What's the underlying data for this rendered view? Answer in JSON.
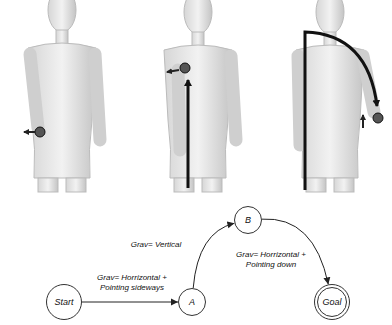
{
  "diagram": {
    "nodes": [
      {
        "text": [
          "Start"
        ]
      },
      {
        "text": [
          "A"
        ]
      },
      {
        "text": [
          "B"
        ]
      },
      {
        "text": [
          "Goal"
        ]
      }
    ],
    "edges": [
      {
        "from": 0,
        "to": 1,
        "arrow": "to",
        "label": "Grav= Horrizontal + Pointing sideways"
      },
      {
        "from": 1,
        "to": 2,
        "arrow": "to",
        "label": "Grav= Vertical"
      },
      {
        "from": 2,
        "to": 3,
        "arrow": "to",
        "label": "Grav= Horrizontal + Pointing down"
      }
    ]
  }
}
